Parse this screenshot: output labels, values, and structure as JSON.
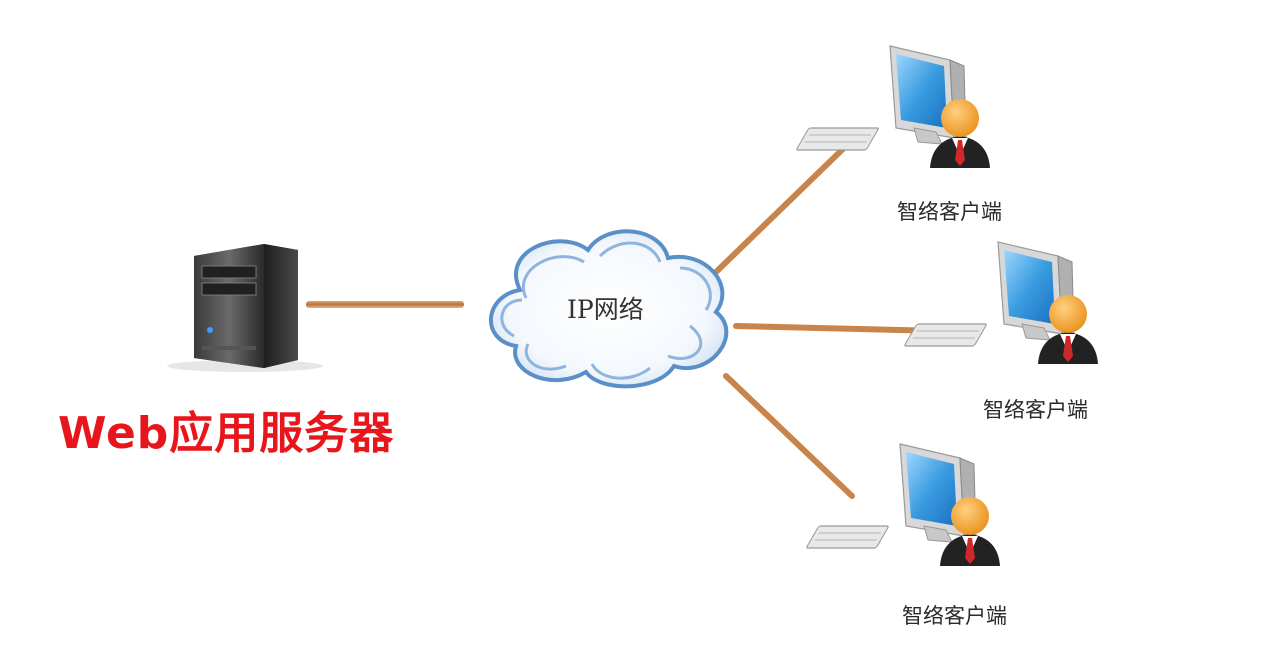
{
  "server": {
    "label": "Web应用服务器",
    "icon": "server-tower-icon"
  },
  "network": {
    "label": "IP网络",
    "icon": "cloud-icon"
  },
  "clients": [
    {
      "label": "智络客户端",
      "icon": "client-workstation-icon"
    },
    {
      "label": "智络客户端",
      "icon": "client-workstation-icon"
    },
    {
      "label": "智络客户端",
      "icon": "client-workstation-icon"
    }
  ],
  "colors": {
    "link": "#c8844a",
    "server_label": "#e8161c",
    "cloud_outline": "#5a8fc8",
    "monitor_screen": "#3a9de0",
    "user_head": "#f0a030",
    "user_tie": "#d0282a"
  }
}
